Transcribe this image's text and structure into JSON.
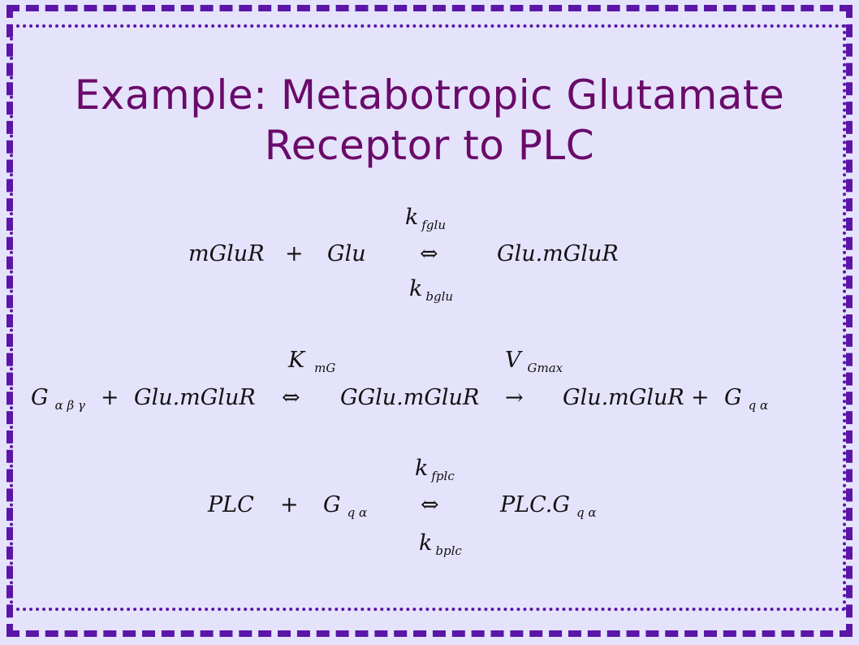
{
  "title": {
    "line1": "Example: Metabotropic Glutamate",
    "line2": "Receptor to PLC"
  },
  "reaction1": {
    "rate_forward": {
      "symbol": "k",
      "sub": "fglu"
    },
    "rate_backward": {
      "symbol": "k",
      "sub": "bglu"
    },
    "reactant1": "mGluR",
    "plus": "+",
    "reactant2": "Glu",
    "arrow": "⇔",
    "product": "Glu.mGluR"
  },
  "reaction2": {
    "constant": {
      "symbol": "K",
      "sub": "mG"
    },
    "vmax": {
      "symbol": "V",
      "sub": "Gmax"
    },
    "reactant1": {
      "symbol": "G",
      "sub": "α β γ"
    },
    "plus1": "+",
    "reactant2": "Glu.mGluR",
    "arrow1": "⇔",
    "complex": "GGlu.mGluR",
    "arrow2": "→",
    "product1": "Glu.mGluR",
    "plus2": "+",
    "product2": {
      "symbol": "G",
      "sub": "q α"
    }
  },
  "reaction3": {
    "rate_forward": {
      "symbol": "k",
      "sub": "fplc"
    },
    "rate_backward": {
      "symbol": "k",
      "sub": "bplc"
    },
    "reactant1": "PLC",
    "plus": "+",
    "reactant2": {
      "symbol": "G",
      "sub": "q α"
    },
    "arrow": "⇔",
    "product": {
      "symbol": "PLC.G",
      "sub": "q α"
    }
  }
}
